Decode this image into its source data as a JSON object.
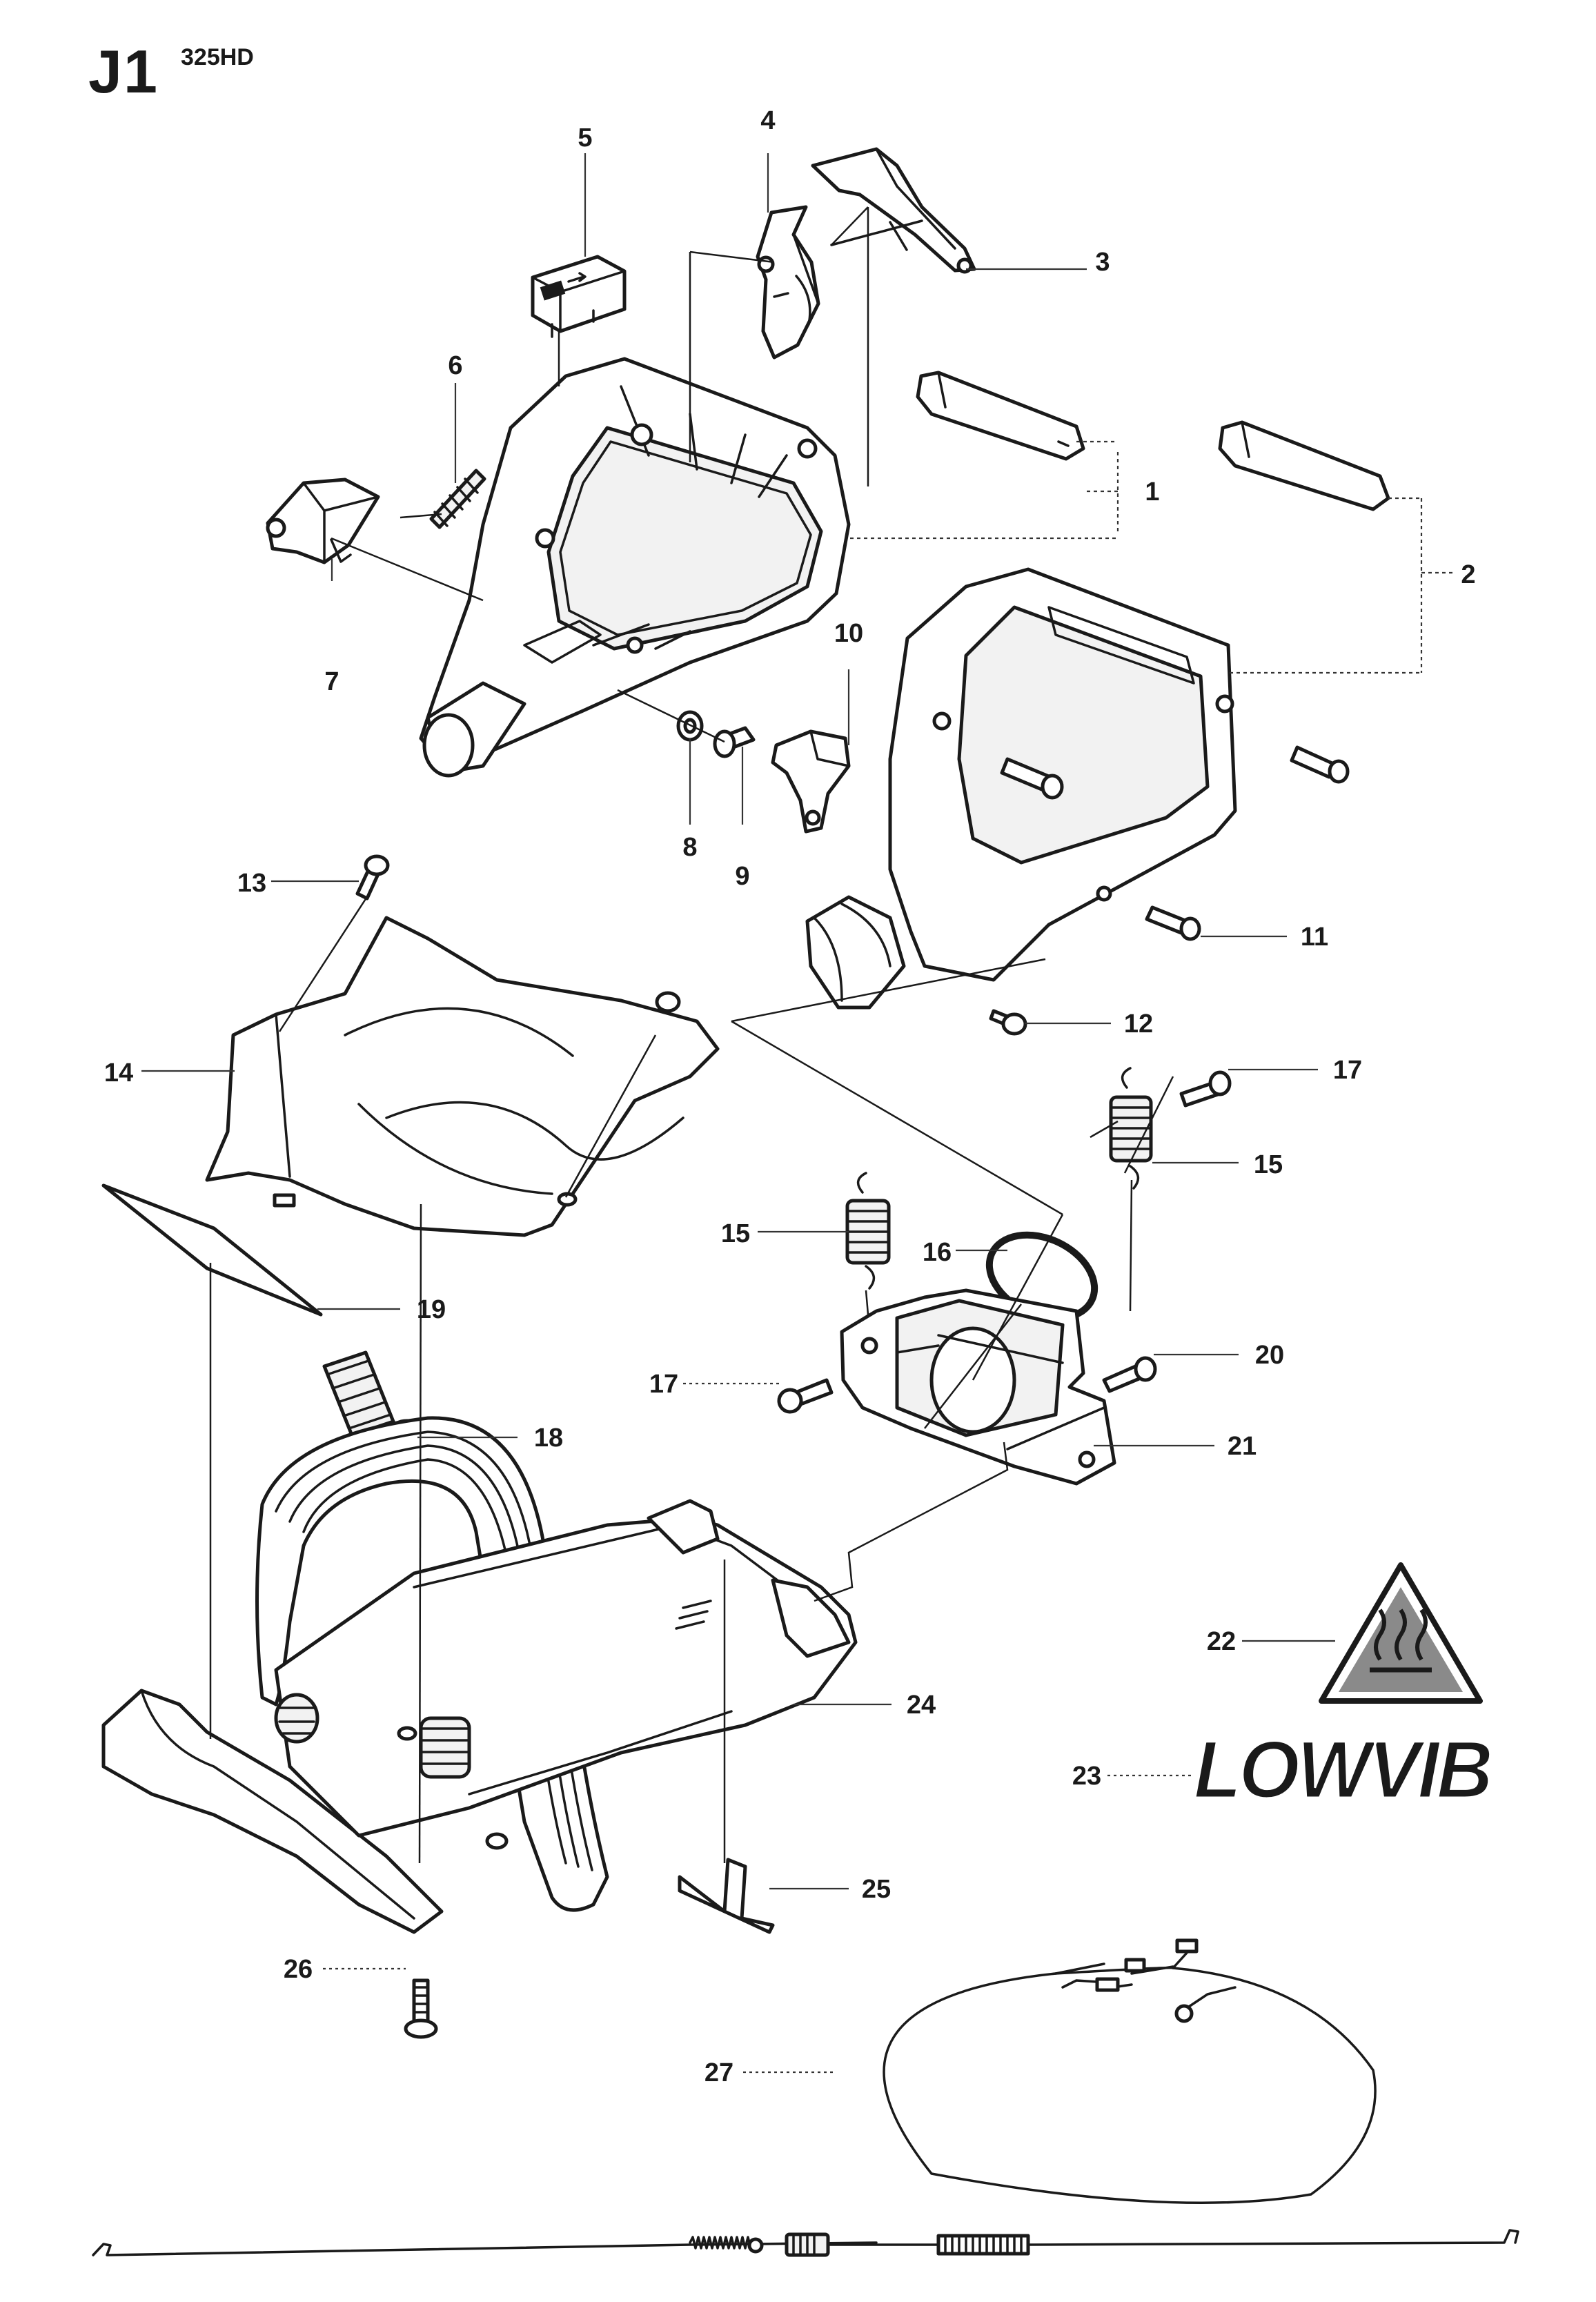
{
  "header": {
    "section_code": "J1",
    "model": "325HD"
  },
  "callouts": [
    {
      "id": "c1",
      "num": "1"
    },
    {
      "id": "c2",
      "num": "2"
    },
    {
      "id": "c3",
      "num": "3"
    },
    {
      "id": "c4",
      "num": "4"
    },
    {
      "id": "c5",
      "num": "5"
    },
    {
      "id": "c6",
      "num": "6"
    },
    {
      "id": "c7",
      "num": "7"
    },
    {
      "id": "c8",
      "num": "8"
    },
    {
      "id": "c9",
      "num": "9"
    },
    {
      "id": "c10",
      "num": "10"
    },
    {
      "id": "c11",
      "num": "11"
    },
    {
      "id": "c12",
      "num": "12"
    },
    {
      "id": "c13",
      "num": "13"
    },
    {
      "id": "c14",
      "num": "14"
    },
    {
      "id": "c15a",
      "num": "15"
    },
    {
      "id": "c15b",
      "num": "15"
    },
    {
      "id": "c16",
      "num": "16"
    },
    {
      "id": "c17a",
      "num": "17"
    },
    {
      "id": "c17b",
      "num": "17"
    },
    {
      "id": "c18",
      "num": "18"
    },
    {
      "id": "c19",
      "num": "19"
    },
    {
      "id": "c20",
      "num": "20"
    },
    {
      "id": "c21",
      "num": "21"
    },
    {
      "id": "c22",
      "num": "22"
    },
    {
      "id": "c23",
      "num": "23"
    },
    {
      "id": "c24",
      "num": "24"
    },
    {
      "id": "c25",
      "num": "25"
    },
    {
      "id": "c26",
      "num": "26"
    },
    {
      "id": "c27",
      "num": "27"
    }
  ],
  "decal": {
    "logo_text": "LOWVIB",
    "warning_icon": "hot-surface-warning-icon"
  },
  "colors": {
    "ink": "#1a1a1a",
    "background": "#ffffff"
  }
}
